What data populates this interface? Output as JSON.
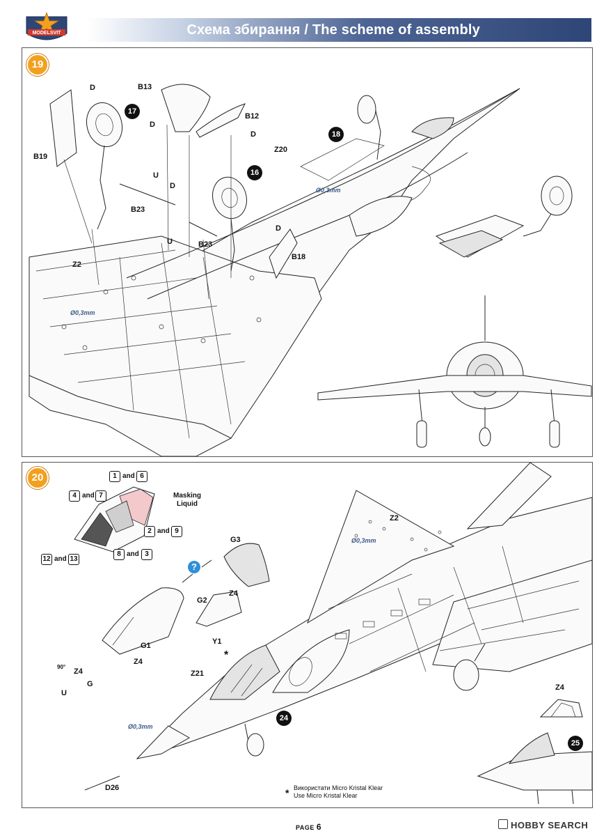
{
  "header": {
    "brand": "MODELSVIT",
    "title": "Схема збирання / The scheme of assembly",
    "colors": {
      "title_bar_dark": "#2e4677",
      "badge_orange": "#f3a01f",
      "dim_blue": "#3d5a8c"
    }
  },
  "step19": {
    "number": "19",
    "labels": {
      "b19": "B19",
      "d1": "D",
      "b13": "B13",
      "d2": "D",
      "b12": "B12",
      "d3": "D",
      "u1": "U",
      "d4": "D",
      "b23a": "B23",
      "u2": "U",
      "b23b": "B23",
      "z2": "Z2",
      "d5": "D",
      "b18": "B18",
      "z20": "Z20"
    },
    "refs": {
      "r17": "17",
      "r16": "16",
      "r18": "18"
    },
    "dims": {
      "dim1": "Ø0,3mm",
      "dim2": "Ø0,3mm"
    }
  },
  "step20": {
    "number": "20",
    "masking": {
      "line1": "Masking",
      "line2": "Liquid"
    },
    "paint": {
      "p1": "1",
      "p6": "6",
      "p4": "4",
      "p7": "7",
      "p2": "2",
      "p9": "9",
      "p8": "8",
      "p3": "3",
      "p12": "12",
      "p13": "13",
      "and": "and"
    },
    "labels": {
      "g3": "G3",
      "z4a": "Z4",
      "g2": "G2",
      "g1": "G1",
      "z4b": "Z4",
      "y1": "Y1",
      "z4c": "Z4",
      "g": "G",
      "u": "U",
      "angle": "90°",
      "z21": "Z21",
      "z2": "Z2",
      "d26": "D26",
      "z4d": "Z4"
    },
    "refs": {
      "r24": "24",
      "r25": "25"
    },
    "dims": {
      "dim1": "Ø0,3mm",
      "dim2": "Ø0,3mm"
    },
    "question": "?",
    "star": "*"
  },
  "note": {
    "line_ua": "Використати Micro Kristal Klear",
    "line_en": "Use Micro Kristal Klear"
  },
  "footer": {
    "page_label": "PAGE",
    "page_number": "6",
    "watermark": "HOBBY SEARCH"
  }
}
